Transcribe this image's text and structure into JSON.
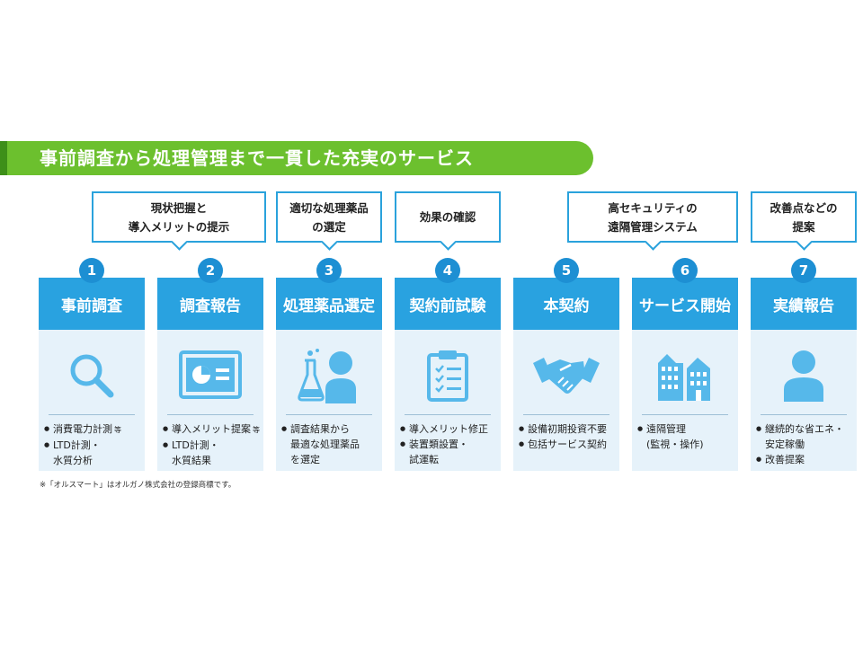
{
  "title": "事前調査から処理管理まで一貫した充実のサービス",
  "colors": {
    "title_bar": "#6cc02e",
    "title_accent": "#3d8f19",
    "step_header": "#29a2e0",
    "step_number": "#1d8fd3",
    "column_bg": "#e6f2fa",
    "callout_border": "#2aa2dc",
    "icon": "#56b8ea"
  },
  "steps": [
    {
      "number": "1",
      "title": "事前調査",
      "icon": "magnifier-icon",
      "callout": "",
      "bullets": [
        {
          "text": "消費電力計測",
          "suffix": "等"
        },
        {
          "text": "LTD計測・\n水質分析",
          "suffix": ""
        }
      ]
    },
    {
      "number": "2",
      "title": "調査報告",
      "icon": "report-chart-icon",
      "callout": "現状把握と\n導入メリットの提示",
      "bullets": [
        {
          "text": "導入メリット提案",
          "suffix": "等"
        },
        {
          "text": "LTD計測・\n水質結果",
          "suffix": ""
        }
      ]
    },
    {
      "number": "3",
      "title": "処理薬品選定",
      "icon": "scientist-flask-icon",
      "callout": "適切な処理薬品\nの選定",
      "bullets": [
        {
          "text": "調査結果から\n最適な処理薬品\nを選定",
          "suffix": ""
        }
      ]
    },
    {
      "number": "4",
      "title": "契約前試験",
      "icon": "clipboard-checklist-icon",
      "callout": "効果の確認",
      "bullets": [
        {
          "text": "導入メリット修正",
          "suffix": ""
        },
        {
          "text": "装置類設置・\n試運転",
          "suffix": ""
        }
      ]
    },
    {
      "number": "5",
      "title": "本契約",
      "icon": "handshake-icon",
      "callout": "",
      "bullets": [
        {
          "text": "設備初期投資不要",
          "suffix": ""
        },
        {
          "text": "包括サービス契約",
          "suffix": ""
        }
      ]
    },
    {
      "number": "6",
      "title": "サービス開始",
      "icon": "buildings-icon",
      "callout": "高セキュリティの\n遠隔管理システム",
      "bullets": [
        {
          "text": "遠隔管理\n(監視・操作)",
          "suffix": ""
        }
      ]
    },
    {
      "number": "7",
      "title": "実績報告",
      "icon": "person-icon",
      "callout": "改善点などの\n提案",
      "bullets": [
        {
          "text": "継続的な省エネ・\n安定稼働",
          "suffix": ""
        },
        {
          "text": "改善提案",
          "suffix": ""
        }
      ]
    }
  ],
  "footnote": "※「オルスマート」はオルガノ株式会社の登録商標です。"
}
